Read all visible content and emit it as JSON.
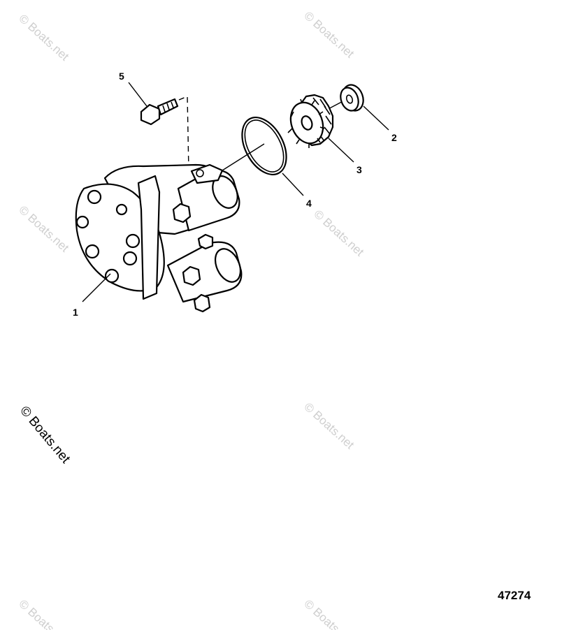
{
  "watermark_text": "© Boats.net",
  "reference_number": "47274",
  "callouts": [
    {
      "id": "1",
      "label": "1"
    },
    {
      "id": "2",
      "label": "2"
    },
    {
      "id": "3",
      "label": "3"
    },
    {
      "id": "4",
      "label": "4"
    },
    {
      "id": "5",
      "label": "5"
    }
  ]
}
